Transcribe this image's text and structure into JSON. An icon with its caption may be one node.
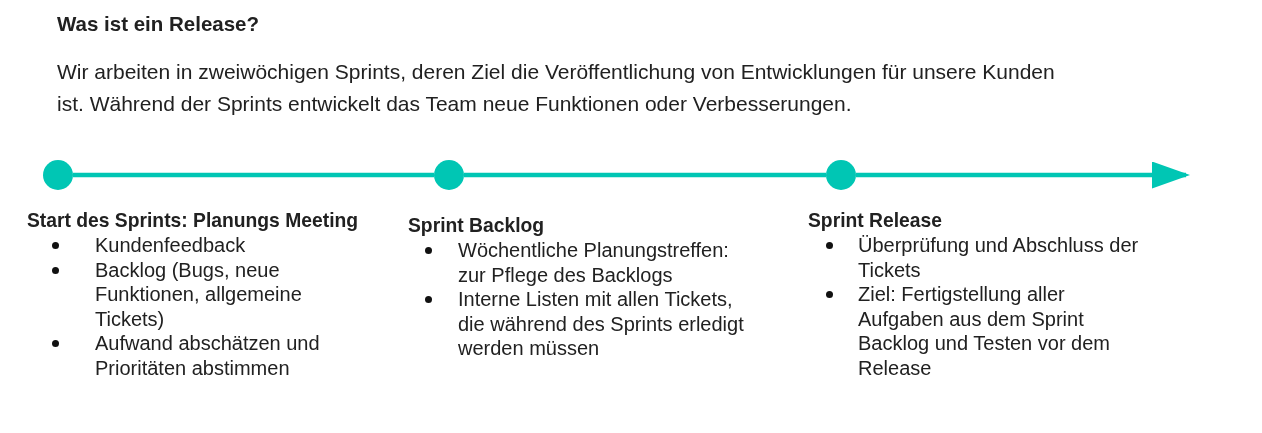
{
  "diagram": {
    "title": "Was ist ein Release?",
    "nodes": [
      {
        "text": [],
        "shape": "circle",
        "beside": [
          "Start des Sprints: Planungs Meeting",
          "Kundenfeedback",
          "Backlog (Bugs, neue Funktionen, allgemeine Tickets)",
          "Aufwand abschätzen und Prioritäten abstimmen"
        ]
      },
      {
        "text": [],
        "shape": "circle",
        "beside": [
          "Sprint Backlog",
          "Wöchentliche Planungstreffen: zur Pflege des Backlogs",
          "Interne Listen mit allen Tickets, die während des Sprints erledigt werden müssen"
        ]
      },
      {
        "text": [],
        "shape": "circle",
        "beside": [
          "Sprint Release",
          "Überprüfung und Abschluss der Tickets",
          "Ziel: Fertigstellung aller Aufgaben aus dem Sprint Backlog und Testen vor dem Release"
        ]
      }
    ],
    "edges": [
      {
        "from": 0,
        "to": 1,
        "arrow": "none"
      },
      {
        "from": 1,
        "to": 2,
        "arrow": "none"
      },
      {
        "from": 2,
        "to": null,
        "arrow": "to"
      }
    ],
    "labels": [
      "Wir arbeiten in zweiwöchigen Sprints, deren Ziel die Veröffentlichung von Entwicklungen für unsere Kunden ist. Während der Sprints entwickelt das Team neue Funktionen oder Verbesserungen."
    ]
  }
}
